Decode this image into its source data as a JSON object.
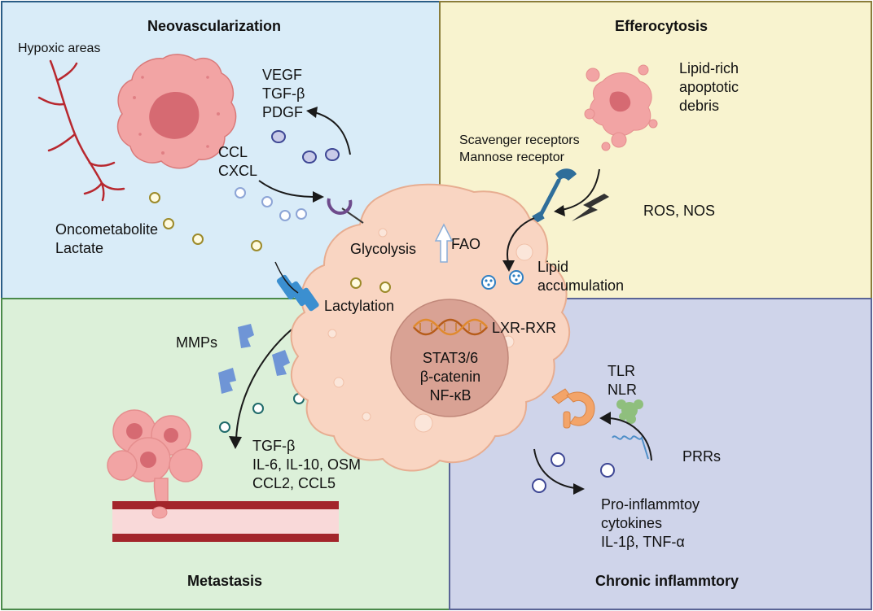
{
  "panels": {
    "neovascularization": {
      "title": "Neovascularization",
      "hypoxic": "Hypoxic areas",
      "growth_factors": [
        "VEGF",
        "TGF-β",
        "PDGF"
      ],
      "chemokines": [
        "CCL",
        "CXCL"
      ],
      "metabolites": [
        "Oncometabolite",
        "Lactate"
      ]
    },
    "efferocytosis": {
      "title": "Efferocytosis",
      "debris": [
        "Lipid-rich",
        "apoptotic",
        "debris"
      ],
      "receptors": [
        "Scavenger receptors",
        "Mannose receptor"
      ],
      "ros": "ROS, NOS"
    },
    "metastasis": {
      "title": "Metastasis",
      "mmps": "MMPs",
      "factors": [
        "TGF-β",
        "IL-6, IL-10, OSM",
        "CCL2, CCL5"
      ]
    },
    "inflammation": {
      "title": "Chronic inflammtory",
      "receptors": [
        "TLR",
        "NLR"
      ],
      "prrs": "PRRs",
      "cytokines": [
        "Pro-inflammtoy",
        "cytokines",
        "IL-1β, TNF-α"
      ]
    }
  },
  "cell": {
    "glycolysis": "Glycolysis",
    "fao": "FAO",
    "lipid": [
      "Lipid",
      "accumulation"
    ],
    "lactylation": "Lactylation",
    "lxr": "LXR-RXR",
    "nucleus": [
      "STAT3/6",
      "β-catenin",
      "NF-κB"
    ]
  },
  "colors": {
    "neovascularization_bg": "#d9ecf8",
    "efferocytosis_bg": "#f8f3cf",
    "metastasis_bg": "#dcf0d9",
    "inflammation_bg": "#cfd4ea",
    "cell_fill": "#f9d5c2",
    "nucleus_fill": "#d9a294"
  }
}
